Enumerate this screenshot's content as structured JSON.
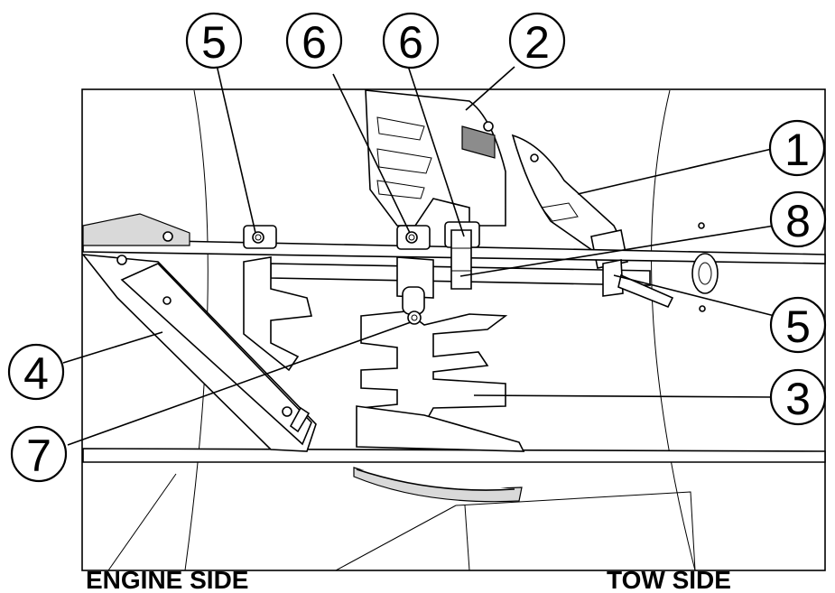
{
  "callouts": [
    {
      "id": "c-5-top",
      "label": "5"
    },
    {
      "id": "c-6-left",
      "label": "6"
    },
    {
      "id": "c-6-right",
      "label": "6"
    },
    {
      "id": "c-2",
      "label": "2"
    },
    {
      "id": "c-1",
      "label": "1"
    },
    {
      "id": "c-8",
      "label": "8"
    },
    {
      "id": "c-5-right",
      "label": "5"
    },
    {
      "id": "c-3",
      "label": "3"
    },
    {
      "id": "c-4",
      "label": "4"
    },
    {
      "id": "c-7",
      "label": "7"
    }
  ],
  "labels": {
    "engine_side": "ENGINE SIDE",
    "tow_side": "TOW SIDE"
  }
}
